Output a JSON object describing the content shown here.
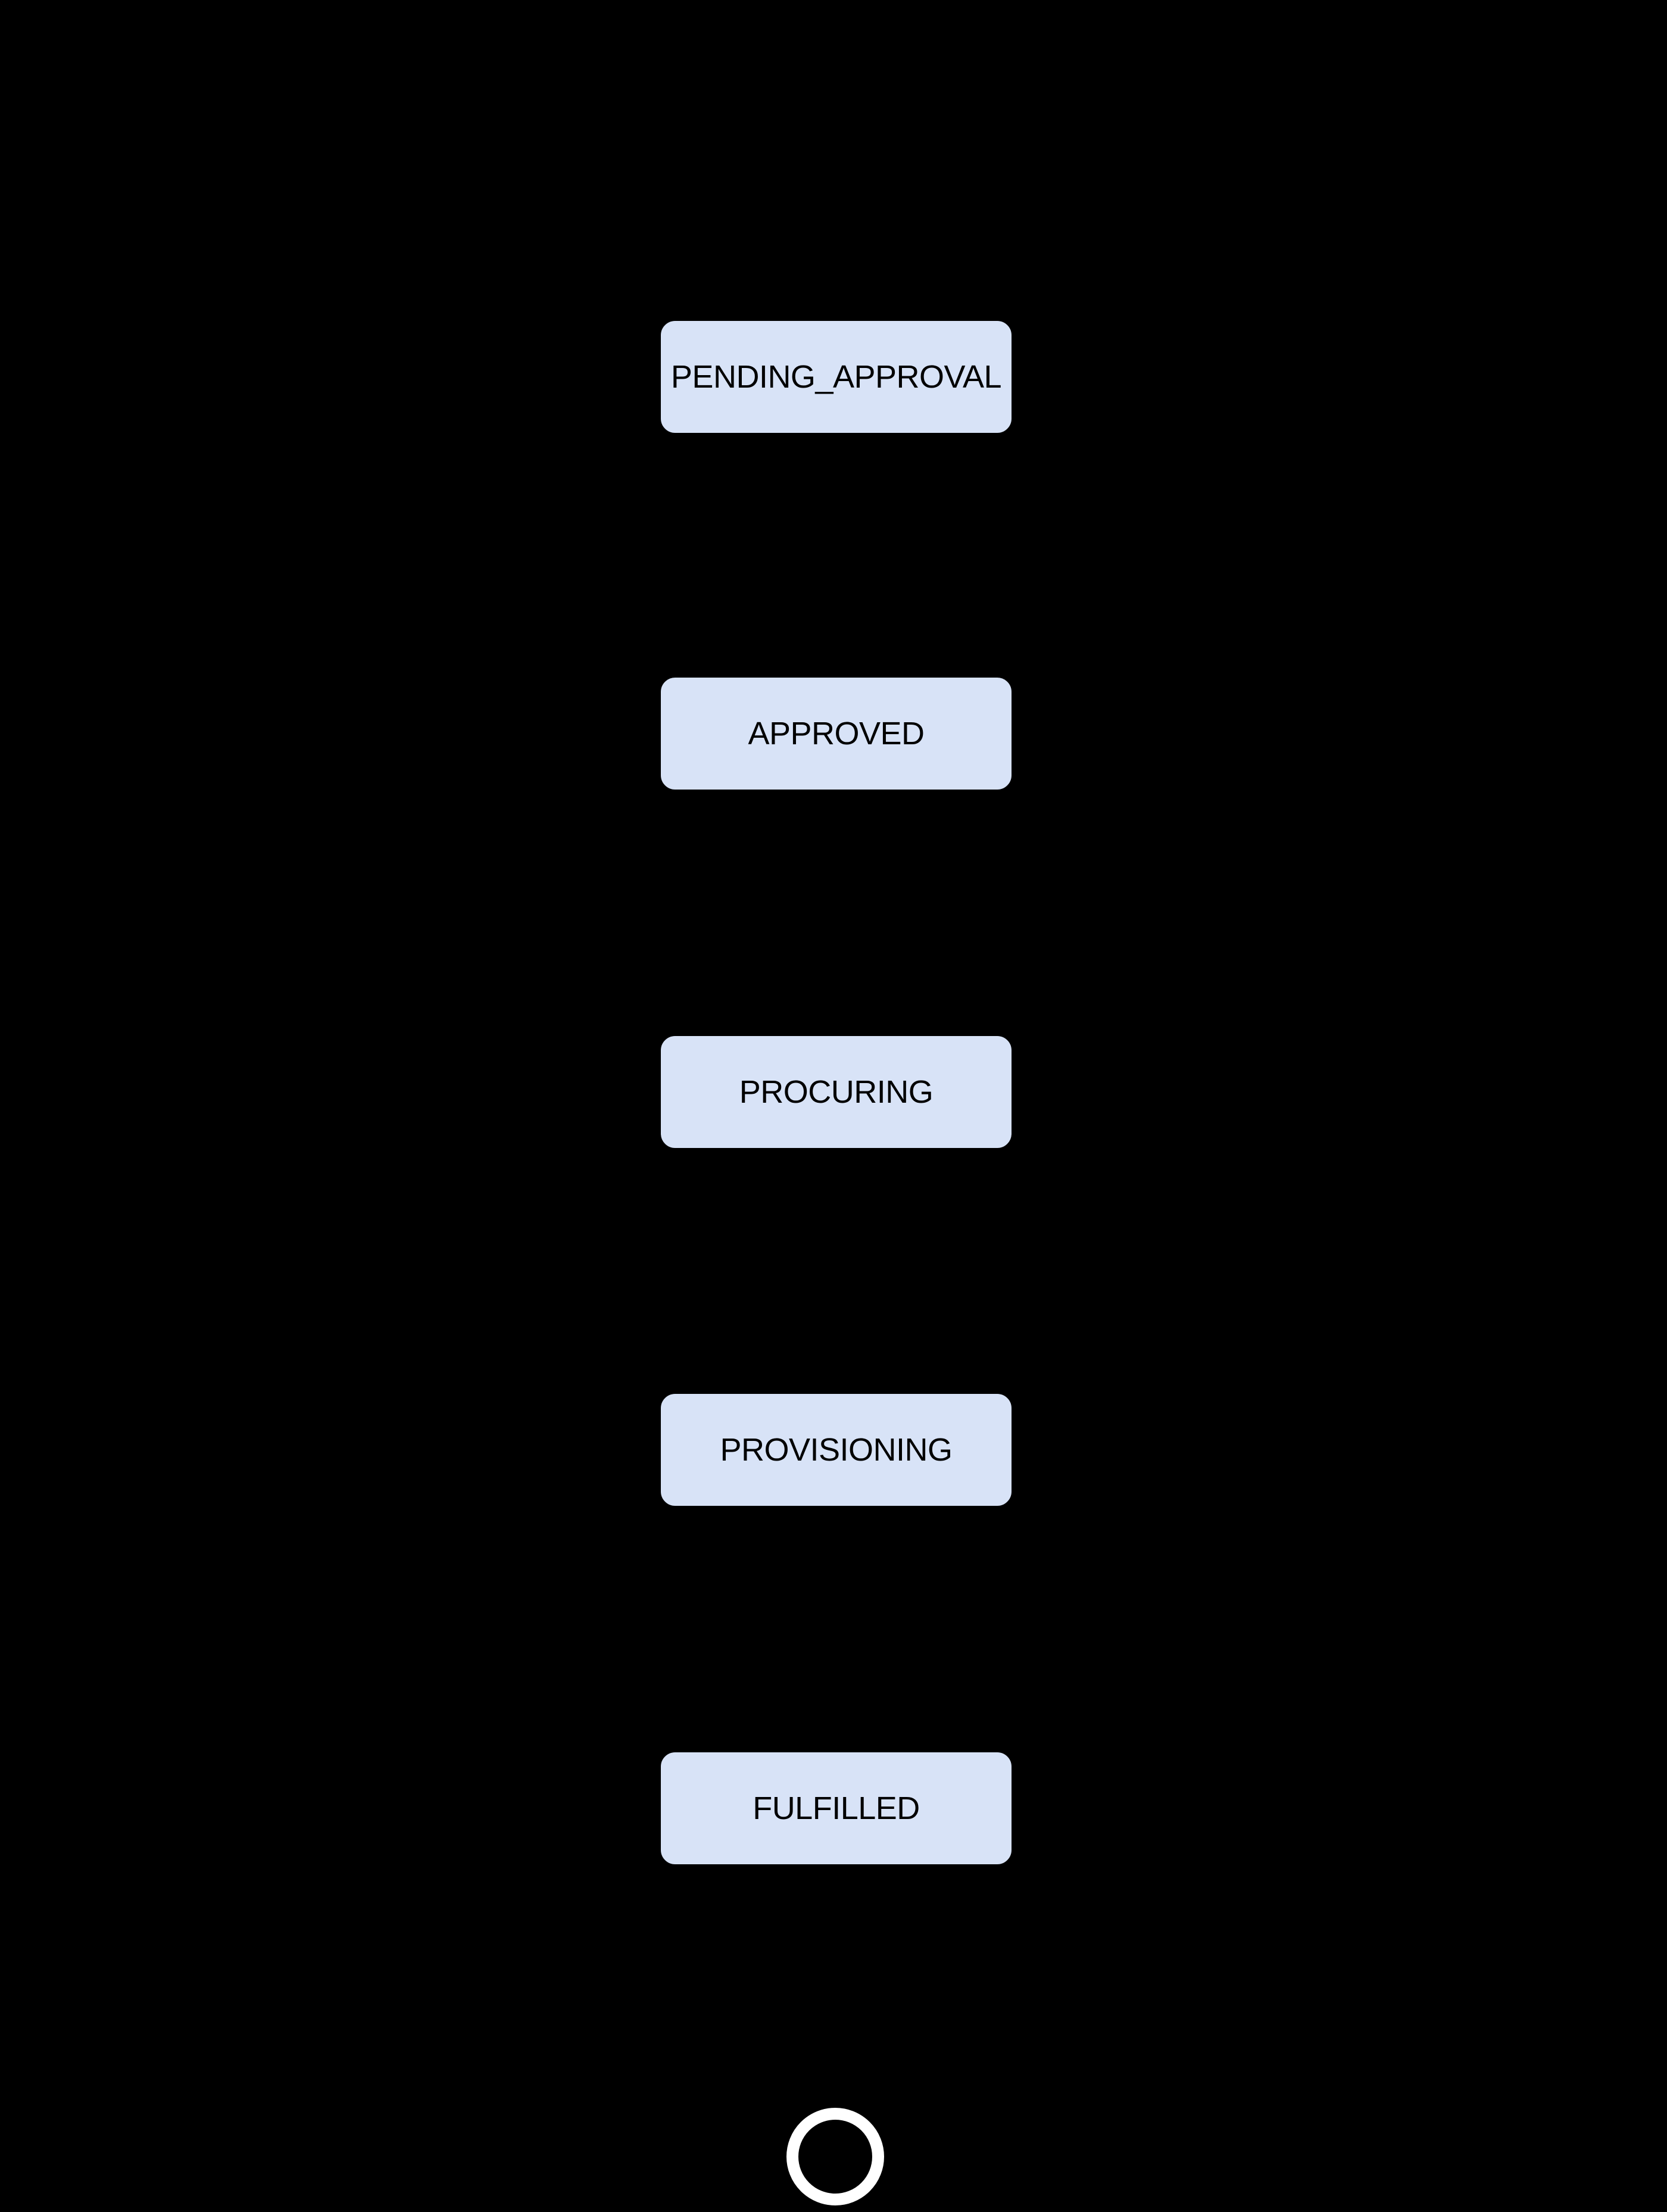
{
  "diagram": {
    "type": "state-flow",
    "background_color": "#000000",
    "node_fill_color": "#d8e3f7",
    "node_text_color": "#000000",
    "final_state_ring_color": "#ffffff",
    "nodes": [
      {
        "label": "PENDING_APPROVAL"
      },
      {
        "label": "APPROVED"
      },
      {
        "label": "PROCURING"
      },
      {
        "label": "PROVISIONING"
      },
      {
        "label": "FULFILLED"
      }
    ],
    "final_state": {
      "shape": "circle-ring"
    }
  }
}
